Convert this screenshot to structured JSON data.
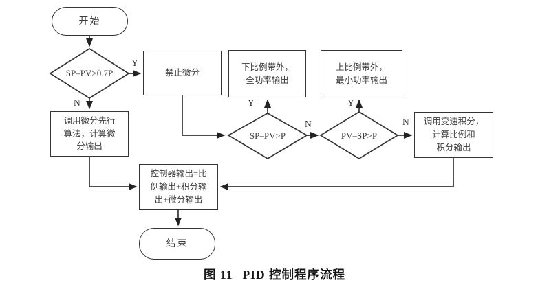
{
  "figure": {
    "caption_prefix": "图 11",
    "caption_title": "PID 控制程序流程"
  },
  "flowchart": {
    "colors": {
      "stroke": "#343434",
      "text": "#3d3d3d",
      "background": "#ffffff"
    },
    "nodes": {
      "start": {
        "label": "开始"
      },
      "end": {
        "label": "结束"
      },
      "decision_sp_pv_07p": {
        "label": "SP–PV>0.7P"
      },
      "decision_sp_pv_p": {
        "label": "SP–PV>P"
      },
      "decision_pv_sp_p": {
        "label": "PV–SP>P"
      },
      "forbid_derivative": {
        "lines": [
          "禁止微分"
        ]
      },
      "lower_band": {
        "lines": [
          "下比例带外，",
          "全功率输出"
        ]
      },
      "upper_band": {
        "lines": [
          "上比例带外，",
          "最小功率输出"
        ]
      },
      "derivative_first": {
        "lines": [
          "调用微分先行",
          "算法，计算微",
          "分输出"
        ]
      },
      "variable_integral": {
        "lines": [
          "调用变速积分，",
          "计算比例和",
          "积分输出"
        ]
      },
      "controller_output": {
        "lines": [
          "控制器输出=比",
          "例输出+积分输",
          "出+微分输出"
        ]
      }
    },
    "edge_labels": {
      "d1_yes": "Y",
      "d1_no": "N",
      "d2_yes": "Y",
      "d2_no": "N",
      "d3_yes": "Y",
      "d3_no": "N"
    }
  }
}
